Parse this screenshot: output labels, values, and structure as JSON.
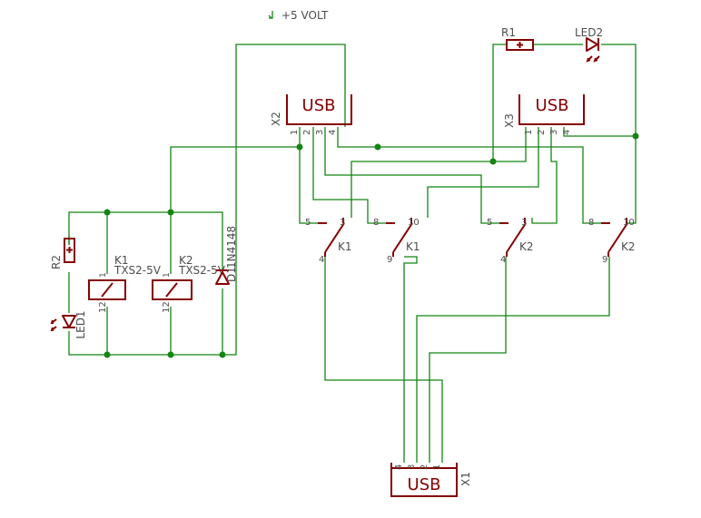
{
  "supply": {
    "label": "+5 VOLT"
  },
  "usb_connectors": {
    "x2": {
      "name": "X2",
      "label": "USB",
      "pins": [
        "1",
        "2",
        "3",
        "4"
      ]
    },
    "x3": {
      "name": "X3",
      "label": "USB",
      "pins": [
        "1",
        "2",
        "3",
        "4"
      ]
    },
    "x1": {
      "name": "X1",
      "label": "USB",
      "pins": [
        "4",
        "3",
        "2",
        "1"
      ]
    }
  },
  "components": {
    "r1": {
      "name": "R1"
    },
    "r2": {
      "name": "R2"
    },
    "led1": {
      "name": "LED1"
    },
    "led2": {
      "name": "LED2"
    },
    "d1": {
      "name": "D1",
      "value": "1N4148"
    },
    "k1": {
      "name": "K1",
      "value": "TXS2-5V",
      "pin_top": "1",
      "pin_bottom": "12"
    },
    "k2": {
      "name": "K2",
      "value": "TXS2-5V",
      "pin_top": "1",
      "pin_bottom": "12"
    }
  },
  "switches": [
    {
      "relay": "K1",
      "pin_a": "5",
      "pin_b": "3",
      "pin_c": "4"
    },
    {
      "relay": "K1",
      "pin_a": "8",
      "pin_b": "10",
      "pin_c": "9"
    },
    {
      "relay": "K2",
      "pin_a": "5",
      "pin_b": "3",
      "pin_c": "4"
    },
    {
      "relay": "K2",
      "pin_a": "8",
      "pin_b": "10",
      "pin_c": "9"
    }
  ],
  "colors": {
    "wire": "#138513",
    "symbol": "#860000",
    "label": "#4d4d4d",
    "background": "#ffffff"
  }
}
